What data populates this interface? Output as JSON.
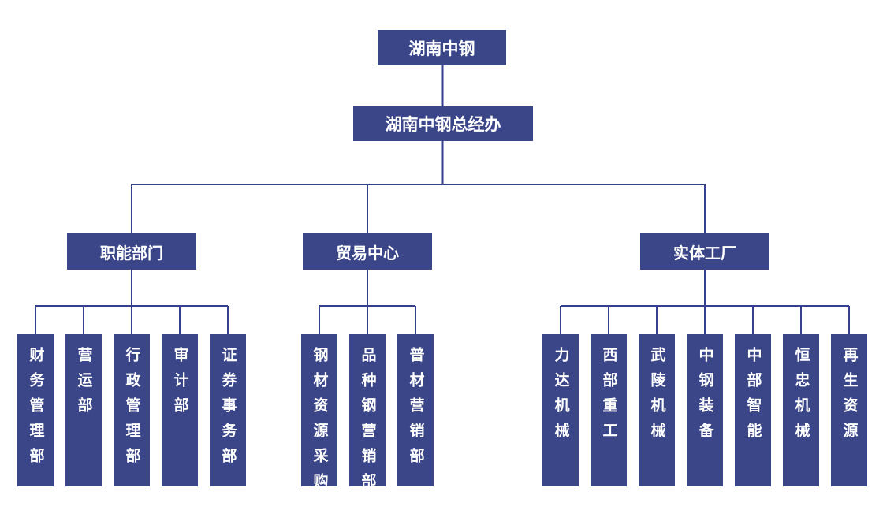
{
  "org": {
    "root": {
      "label": "湖南中钢"
    },
    "office": {
      "label": "湖南中钢总经办"
    },
    "groups": [
      {
        "label": "职能部门",
        "children": [
          "财务管理部",
          "营运部",
          "行政管理部",
          "审计部",
          "证券事务部"
        ]
      },
      {
        "label": "贸易中心",
        "children": [
          "钢材资源采购部",
          "品种钢营销部",
          "普材营销部"
        ]
      },
      {
        "label": "实体工厂",
        "children": [
          "力达机械",
          "西部重工",
          "武陵机械",
          "中钢装备",
          "中部智能",
          "恒忠机械",
          "再生资源"
        ]
      }
    ]
  },
  "colors": {
    "node_fill": "#3A4688",
    "node_text": "#FFFFFF",
    "line": "#35418F",
    "background": "#FFFFFF"
  }
}
